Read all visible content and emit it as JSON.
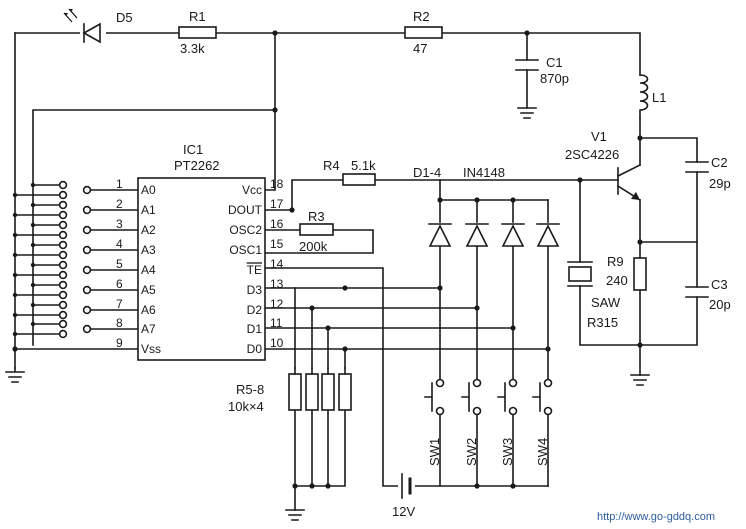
{
  "labels": {
    "d5": "D5",
    "r1": "R1",
    "r1_value": "3.3k",
    "r2": "R2",
    "r2_value": "47",
    "c1": "C1",
    "c1_value": "870p",
    "l1": "L1",
    "v1": "V1",
    "v1_part": "2SC4226",
    "c2": "C2",
    "c2_value": "29p",
    "c3": "C3",
    "c3_value": "20p",
    "r9": "R9",
    "r9_value": "240",
    "saw": "SAW",
    "saw_part": "R315",
    "r4": "R4",
    "r4_value": "5.1k",
    "d1_4": "D1-4",
    "d1_4_part": "IN4148",
    "r3": "R3",
    "r3_value": "200k",
    "r5_8": "R5-8",
    "r5_8_value": "10k×4",
    "sw1": "SW1",
    "sw2": "SW2",
    "sw3": "SW3",
    "sw4": "SW4",
    "battery": "12V",
    "watermark": "http://www.go-gddq.com"
  },
  "ic": {
    "name": "IC1",
    "part": "PT2262",
    "left_pins": [
      {
        "num": "1",
        "name": "A0"
      },
      {
        "num": "2",
        "name": "A1"
      },
      {
        "num": "3",
        "name": "A2"
      },
      {
        "num": "4",
        "name": "A3"
      },
      {
        "num": "5",
        "name": "A4"
      },
      {
        "num": "6",
        "name": "A5"
      },
      {
        "num": "7",
        "name": "A6"
      },
      {
        "num": "8",
        "name": "A7"
      },
      {
        "num": "9",
        "name": "Vss"
      }
    ],
    "right_pins": [
      {
        "num": "18",
        "name": "Vcc"
      },
      {
        "num": "17",
        "name": "DOUT"
      },
      {
        "num": "16",
        "name": "OSC2"
      },
      {
        "num": "15",
        "name": "OSC1"
      },
      {
        "num": "14",
        "name": "TE"
      },
      {
        "num": "13",
        "name": "D3"
      },
      {
        "num": "12",
        "name": "D2"
      },
      {
        "num": "11",
        "name": "D1"
      },
      {
        "num": "10",
        "name": "D0"
      }
    ]
  }
}
